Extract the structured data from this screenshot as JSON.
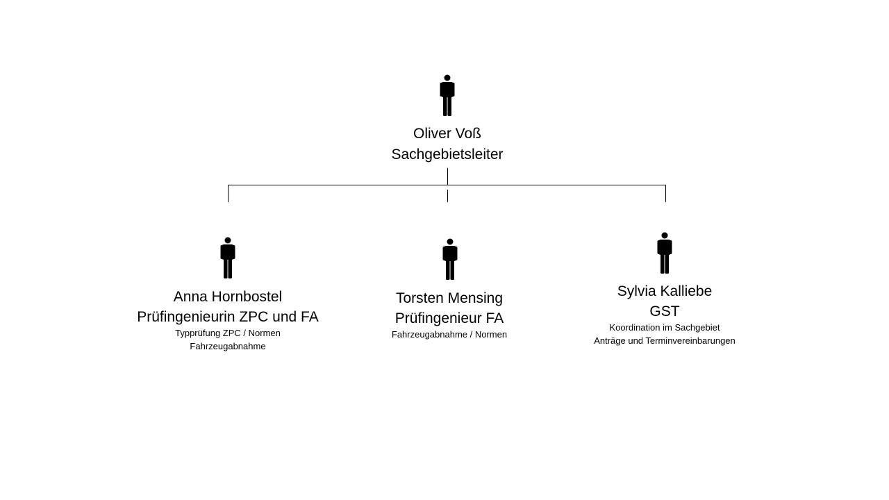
{
  "head": {
    "name": "Oliver Voß",
    "title": "Sachgebietsleiter",
    "icon": "person-icon"
  },
  "members": [
    {
      "name": "Anna Hornbostel",
      "title": "Prüfingenieurin ZPC und FA",
      "details": [
        "Typprüfung ZPC / Normen",
        "Fahrzeugabnahme"
      ],
      "icon": "person-icon"
    },
    {
      "name": "Torsten Mensing",
      "title": "Prüfingenieur FA",
      "details": [
        "Fahrzeugabnahme / Normen"
      ],
      "icon": "person-icon"
    },
    {
      "name": "Sylvia Kalliebe",
      "title": "GST",
      "details": [
        "Koordination im Sachgebiet",
        "Anträge und Terminvereinbarungen"
      ],
      "icon": "person-icon"
    }
  ]
}
